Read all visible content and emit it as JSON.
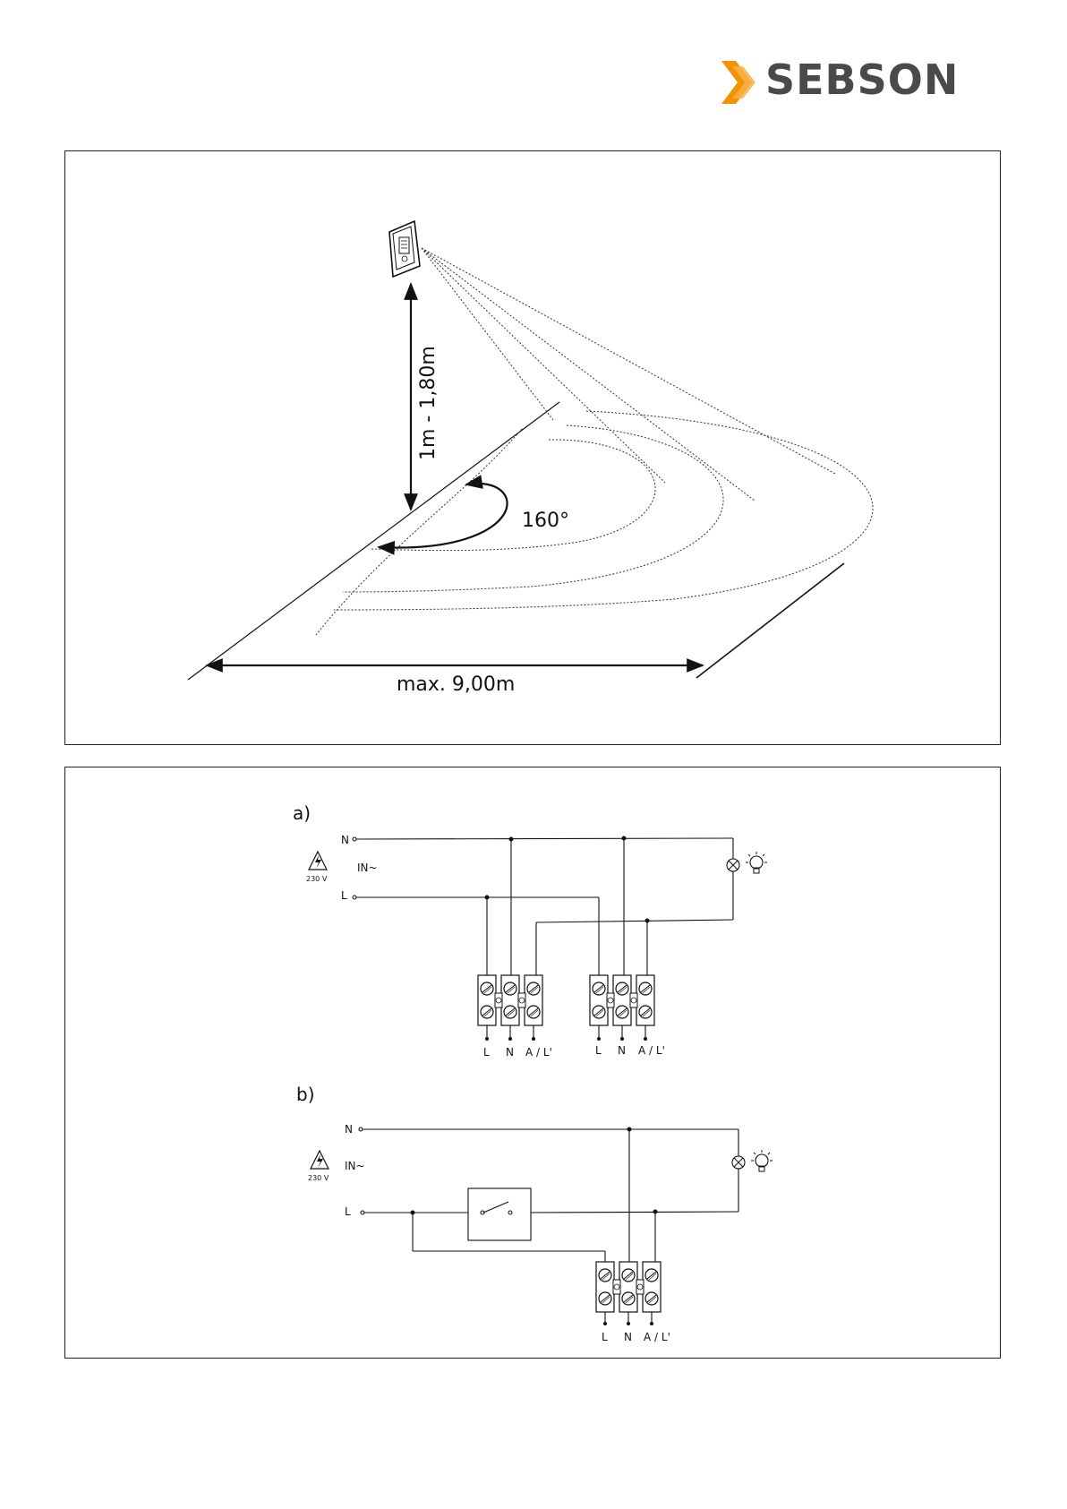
{
  "brand": {
    "name": "SEBSON",
    "accent": "#f39200",
    "text_color": "#4a4a4a"
  },
  "detection_diagram": {
    "height_label": "1m - 1,80m",
    "angle_label": "160°",
    "range_label": "max. 9,00m"
  },
  "wiring_a": {
    "title": "a)",
    "n_label": "N",
    "l_label": "L",
    "input_label": "IN~",
    "voltage_label": "230 V",
    "terminals": [
      "L",
      "N",
      "A / L'"
    ]
  },
  "wiring_b": {
    "title": "b)",
    "n_label": "N",
    "l_label": "L",
    "input_label": "IN~",
    "voltage_label": "230 V",
    "terminals": [
      "L",
      "N",
      "A / L'"
    ]
  }
}
